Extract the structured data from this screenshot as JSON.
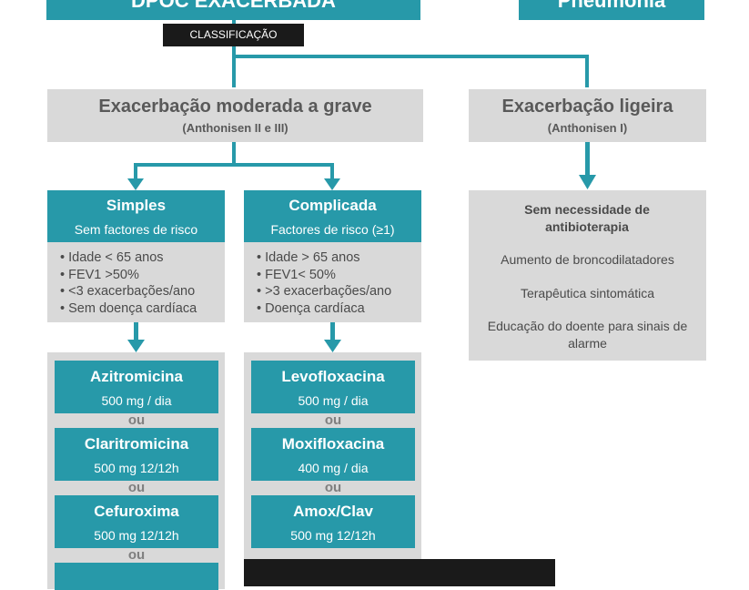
{
  "top": {
    "left_title": "DPOC EXACERBADA",
    "right_title": "Pneumonia"
  },
  "classification_label": "CLASSIFICAÇÃO",
  "moderate": {
    "title": "Exacerbação moderada a grave",
    "subtitle": "(Anthonisen II e III)"
  },
  "mild": {
    "title": "Exacerbação ligeira",
    "subtitle": "(Anthonisen I)",
    "items": [
      "Sem necessidade de antibioterapia",
      "Aumento de broncodilatadores",
      "Terapêutica sintomática",
      "Educação do doente para sinais de alarme"
    ]
  },
  "simple": {
    "title": "Simples",
    "subtitle": "Sem factores de risco",
    "criteria": [
      "Idade < 65 anos",
      "FEV1 >50%",
      "<3 exacerbações/ano",
      "Sem doença cardíaca"
    ],
    "drugs": [
      {
        "name": "Azitromicina",
        "dose": "500 mg / dia"
      },
      {
        "name": "Claritromicina",
        "dose": "500 mg 12/12h"
      },
      {
        "name": "Cefuroxima",
        "dose": "500 mg 12/12h"
      }
    ]
  },
  "complicated": {
    "title": "Complicada",
    "subtitle": "Factores de risco (≥1)",
    "criteria": [
      "Idade > 65 anos",
      "FEV1< 50%",
      ">3 exacerbações/ano",
      "Doença cardíaca"
    ],
    "drugs": [
      {
        "name": "Levofloxacina",
        "dose": "500 mg / dia"
      },
      {
        "name": "Moxifloxacina",
        "dose": "400 mg / dia"
      },
      {
        "name": "Amox/Clav",
        "dose": "500 mg 12/12h"
      }
    ]
  },
  "or_label": "ou",
  "colors": {
    "teal": "#2799a9",
    "gray": "#d9d9d9",
    "text": "#595959",
    "dark": "#1a1a1a"
  }
}
